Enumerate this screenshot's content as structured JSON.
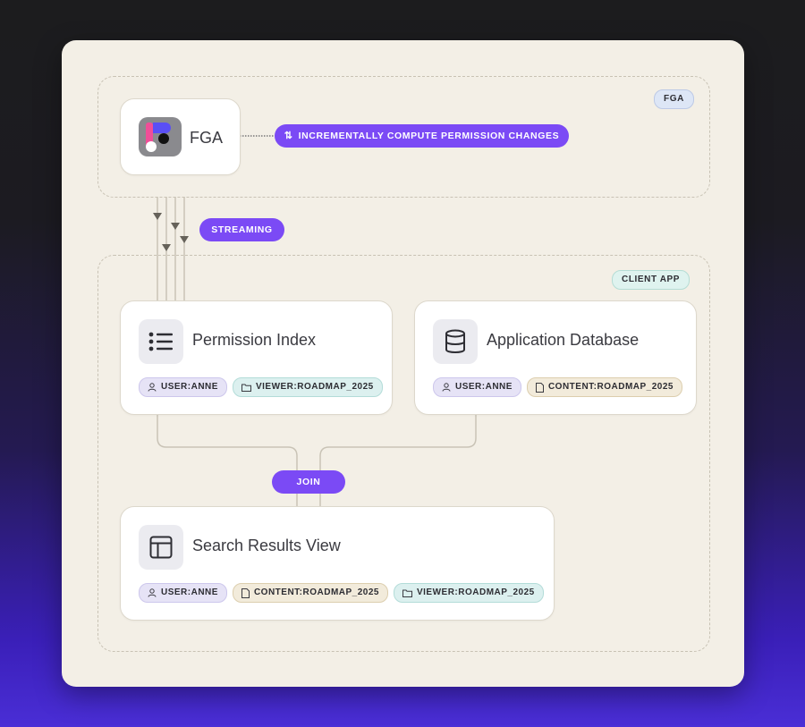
{
  "zones": {
    "fga_tag": "FGA",
    "client_tag": "CLIENT APP"
  },
  "pills": {
    "compute": "INCREMENTALLY COMPUTE PERMISSION CHANGES",
    "streaming": "STREAMING",
    "join": "JOIN"
  },
  "nodes": {
    "fga": {
      "title": "FGA",
      "icon": "fga-logo-icon"
    },
    "permission_index": {
      "title": "Permission Index",
      "icon": "list-icon",
      "chips": [
        {
          "label": "USER:ANNE",
          "icon": "user-icon"
        },
        {
          "label": "VIEWER:ROADMAP_2025",
          "icon": "folder-icon"
        }
      ]
    },
    "application_database": {
      "title": "Application Database",
      "icon": "database-icon",
      "chips": [
        {
          "label": "USER:ANNE",
          "icon": "user-icon"
        },
        {
          "label": "CONTENT:ROADMAP_2025",
          "icon": "file-icon"
        }
      ]
    },
    "search_results": {
      "title": "Search Results View",
      "icon": "table-icon",
      "chips": [
        {
          "label": "USER:ANNE",
          "icon": "user-icon"
        },
        {
          "label": "CONTENT:ROADMAP_2025",
          "icon": "file-icon"
        },
        {
          "label": "VIEWER:ROADMAP_2025",
          "icon": "folder-icon"
        }
      ]
    }
  },
  "colors": {
    "accent": "#7b4af5",
    "card": "#f3efe6",
    "connector": "#c9c3b6"
  }
}
